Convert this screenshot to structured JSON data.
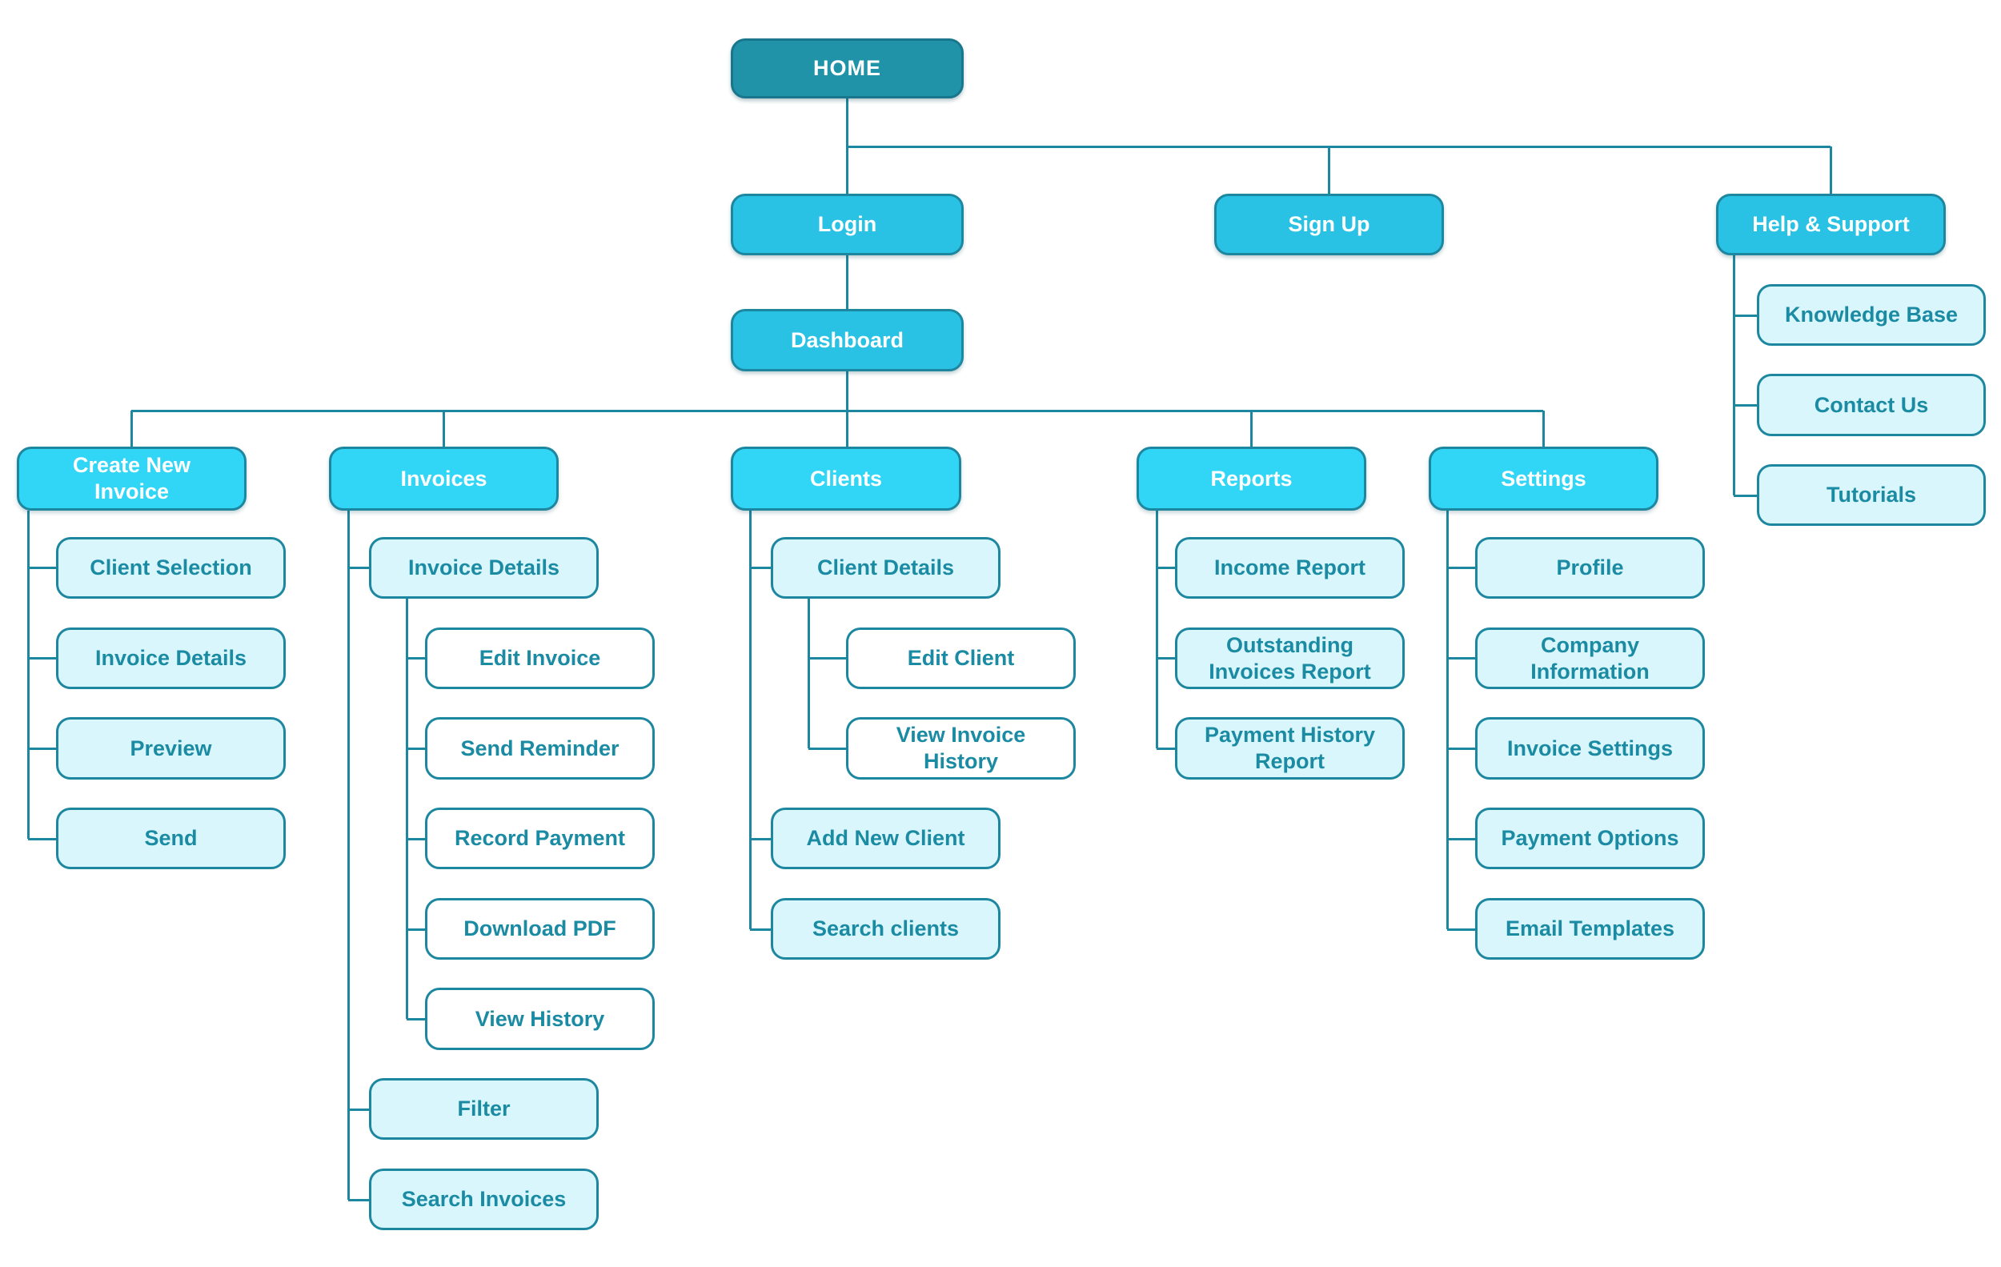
{
  "colors": {
    "background": "#ffffff",
    "home_fill": "#2093a9",
    "home_border": "#19768c",
    "primary_fill": "#29c2e4",
    "section_fill": "#31d5f6",
    "leaf_fill": "#d9f6fc",
    "action_fill": "#ffffff",
    "border": "#1e87a0",
    "text_light": "#ffffff",
    "text_teal": "#1b8ba3"
  },
  "diagram": {
    "type": "sitemap-flowchart",
    "nodes": [
      {
        "id": "home",
        "label": "HOME",
        "level": "root",
        "parent": null
      },
      {
        "id": "login",
        "label": "Login",
        "level": "primary",
        "parent": "home"
      },
      {
        "id": "signup",
        "label": "Sign Up",
        "level": "primary",
        "parent": "home"
      },
      {
        "id": "help-support",
        "label": "Help & Support",
        "level": "primary",
        "parent": "home"
      },
      {
        "id": "dashboard",
        "label": "Dashboard",
        "level": "primary",
        "parent": "login"
      },
      {
        "id": "knowledge-base",
        "label": "Knowledge Base",
        "level": "leaf",
        "parent": "help-support"
      },
      {
        "id": "contact-us",
        "label": "Contact Us",
        "level": "leaf",
        "parent": "help-support"
      },
      {
        "id": "tutorials",
        "label": "Tutorials",
        "level": "leaf",
        "parent": "help-support"
      },
      {
        "id": "create-new-invoice",
        "label": "Create New\nInvoice",
        "level": "section",
        "parent": "dashboard"
      },
      {
        "id": "invoices",
        "label": "Invoices",
        "level": "section",
        "parent": "dashboard"
      },
      {
        "id": "clients",
        "label": "Clients",
        "level": "section",
        "parent": "dashboard"
      },
      {
        "id": "reports",
        "label": "Reports",
        "level": "section",
        "parent": "dashboard"
      },
      {
        "id": "settings",
        "label": "Settings",
        "level": "section",
        "parent": "dashboard"
      },
      {
        "id": "client-selection",
        "label": "Client Selection",
        "level": "leaf",
        "parent": "create-new-invoice"
      },
      {
        "id": "invoice-details-create",
        "label": "Invoice Details",
        "level": "leaf",
        "parent": "create-new-invoice"
      },
      {
        "id": "preview",
        "label": "Preview",
        "level": "leaf",
        "parent": "create-new-invoice"
      },
      {
        "id": "send",
        "label": "Send",
        "level": "leaf",
        "parent": "create-new-invoice"
      },
      {
        "id": "invoice-details",
        "label": "Invoice Details",
        "level": "leaf",
        "parent": "invoices"
      },
      {
        "id": "edit-invoice",
        "label": "Edit Invoice",
        "level": "action",
        "parent": "invoice-details"
      },
      {
        "id": "send-reminder",
        "label": "Send Reminder",
        "level": "action",
        "parent": "invoice-details"
      },
      {
        "id": "record-payment",
        "label": "Record Payment",
        "level": "action",
        "parent": "invoice-details"
      },
      {
        "id": "download-pdf",
        "label": "Download PDF",
        "level": "action",
        "parent": "invoice-details"
      },
      {
        "id": "view-history",
        "label": "View History",
        "level": "action",
        "parent": "invoice-details"
      },
      {
        "id": "filter",
        "label": "Filter",
        "level": "leaf",
        "parent": "invoices"
      },
      {
        "id": "search-invoices",
        "label": "Search Invoices",
        "level": "leaf",
        "parent": "invoices"
      },
      {
        "id": "client-details",
        "label": "Client Details",
        "level": "leaf",
        "parent": "clients"
      },
      {
        "id": "edit-client",
        "label": "Edit Client",
        "level": "action",
        "parent": "client-details"
      },
      {
        "id": "view-invoice-history",
        "label": "View Invoice\nHistory",
        "level": "action",
        "parent": "client-details"
      },
      {
        "id": "add-new-client",
        "label": "Add New Client",
        "level": "leaf",
        "parent": "clients"
      },
      {
        "id": "search-clients",
        "label": "Search clients",
        "level": "leaf",
        "parent": "clients"
      },
      {
        "id": "income-report",
        "label": "Income Report",
        "level": "leaf",
        "parent": "reports"
      },
      {
        "id": "outstanding-invoices-report",
        "label": "Outstanding\nInvoices Report",
        "level": "leaf",
        "parent": "reports"
      },
      {
        "id": "payment-history-report",
        "label": "Payment History\nReport",
        "level": "leaf",
        "parent": "reports"
      },
      {
        "id": "profile",
        "label": "Profile",
        "level": "leaf",
        "parent": "settings"
      },
      {
        "id": "company-information",
        "label": "Company\nInformation",
        "level": "leaf",
        "parent": "settings"
      },
      {
        "id": "invoice-settings",
        "label": "Invoice Settings",
        "level": "leaf",
        "parent": "settings"
      },
      {
        "id": "payment-options",
        "label": "Payment Options",
        "level": "leaf",
        "parent": "settings"
      },
      {
        "id": "email-templates",
        "label": "Email Templates",
        "level": "leaf",
        "parent": "settings"
      }
    ]
  }
}
